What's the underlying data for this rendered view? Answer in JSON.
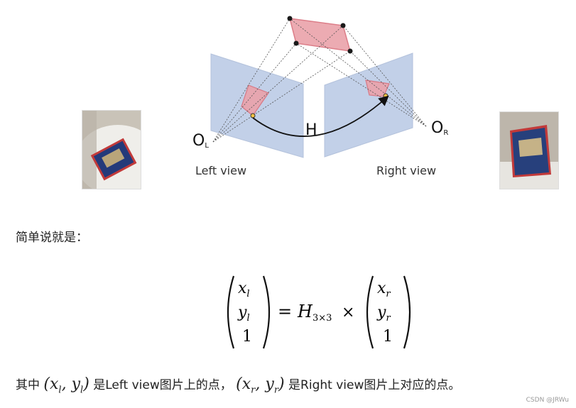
{
  "diagram": {
    "left_origin": "O",
    "left_origin_sub": "L",
    "right_origin": "O",
    "right_origin_sub": "R",
    "homography_label": "H",
    "left_view_label": "Left view",
    "right_view_label": "Right view"
  },
  "text": {
    "intro": "简单说就是：",
    "caption_prefix": "其中",
    "caption_mid": "是Left view图片上的点，",
    "caption_suffix": "是Right view图片上对应的点。",
    "left_point_x": "x",
    "left_point_y": "y",
    "left_sub": "l",
    "right_sub": "r"
  },
  "equation": {
    "left_vec": [
      "x",
      "y",
      "1"
    ],
    "left_sub": "l",
    "H": "H",
    "H_sub": "3×3",
    "times": "×",
    "equals": "=",
    "right_vec": [
      "x",
      "y",
      "1"
    ],
    "right_sub": "r"
  },
  "footer": {
    "watermark": "CSDN @JRWu"
  },
  "colors": {
    "plane": "#b7c8e3",
    "quad_fill": "#e89aa3",
    "quad_stroke": "#d9707c",
    "point": "#1a1a1a"
  }
}
